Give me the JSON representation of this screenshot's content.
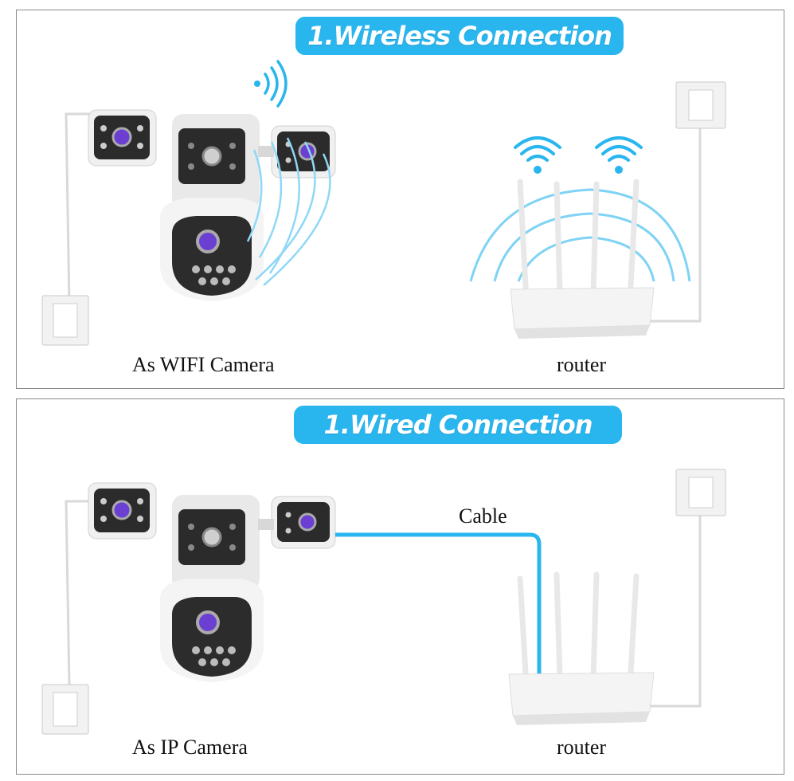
{
  "wireless": {
    "title": "1.Wireless Connection",
    "camera_caption": "As WIFI Camera",
    "router_caption": "router"
  },
  "wired": {
    "title": "1.Wired Connection",
    "camera_caption": "As IP Camera",
    "router_caption": "router",
    "cable_label": "Cable"
  },
  "colors": {
    "accent": "#29b6ef",
    "wave": "#7fd3f5",
    "border": "#8a8a8a"
  }
}
